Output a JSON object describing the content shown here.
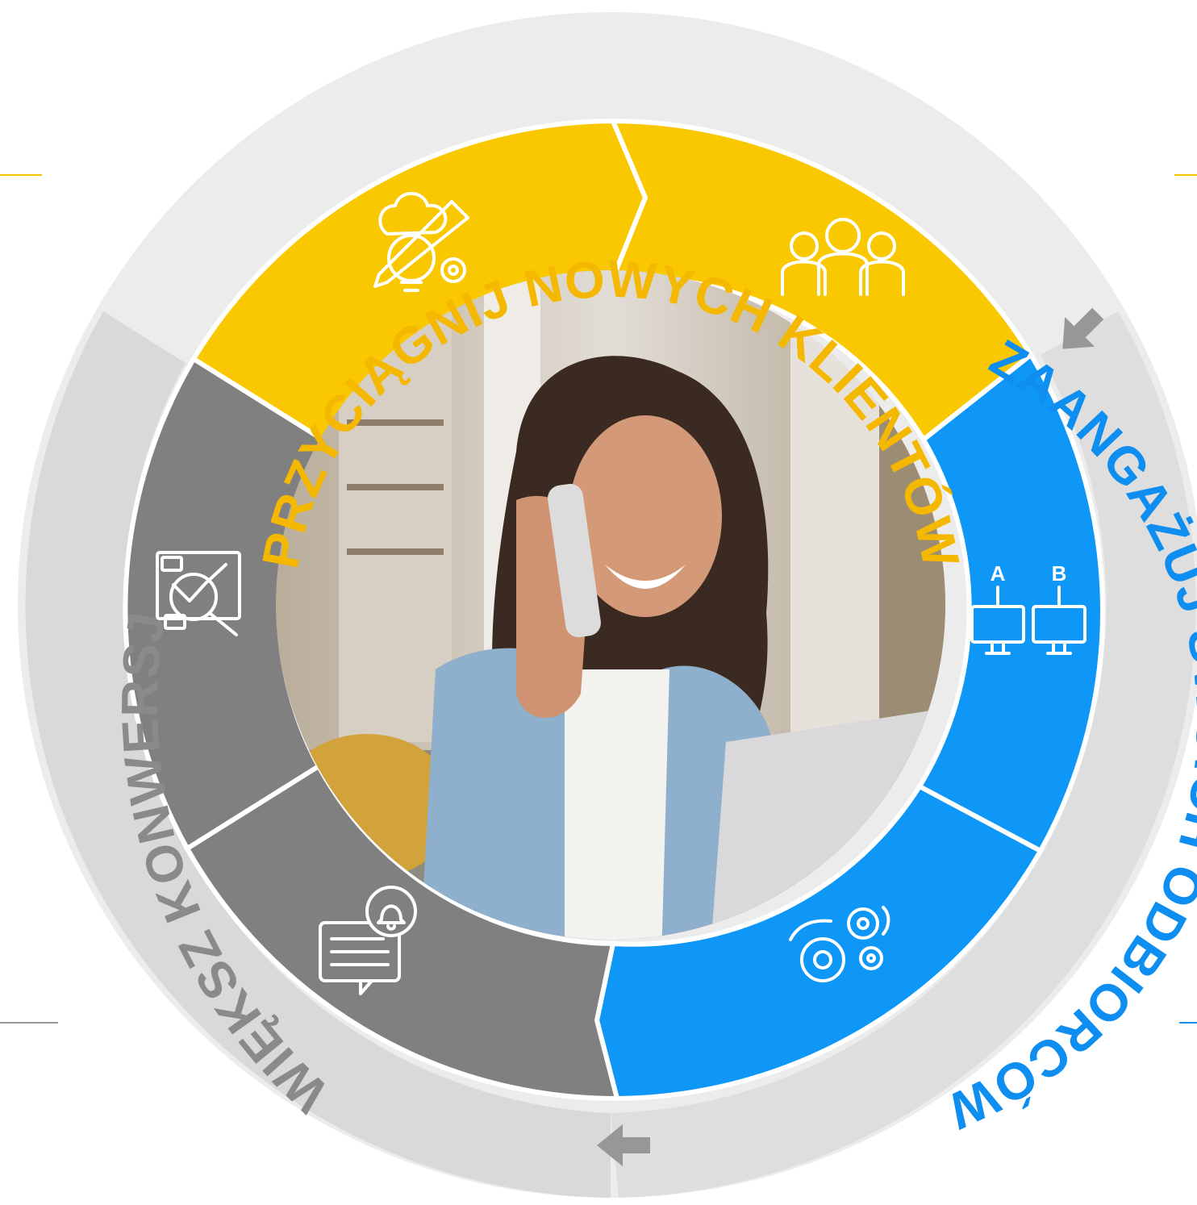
{
  "phases": {
    "attract": {
      "label": "PRZYCIĄGNIJ NOWYCH KLIENTÓW",
      "color": "#f9c800",
      "textColor": "#f5b800"
    },
    "engage": {
      "label": "ZAANGAŻUJ SWOICH ODBIORCÓW",
      "color": "#0e97f6",
      "textColor": "#0e8ef0"
    },
    "convert": {
      "label": "ZWIĘKSZ KONWERSJĘ",
      "color": "#808080",
      "textColor": "#8a8a8a"
    }
  },
  "icons": {
    "ab_test_letter_a": "A",
    "ab_test_letter_b": "B"
  },
  "colors": {
    "outerRing": "#ececec",
    "outerRingDark": "#d4d4d4",
    "arrow": "#979797",
    "accentLine": "#f2c400",
    "photoBg": "#c9c2b8"
  }
}
